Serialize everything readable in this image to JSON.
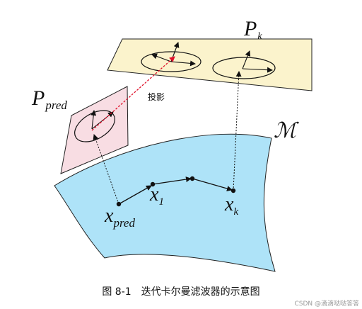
{
  "labels": {
    "pk_main": "P",
    "pk_sub": "k",
    "ppred_main": "P",
    "ppred_sub": "pred",
    "manifold": "ℳ",
    "projection": "投影",
    "x1_main": "x",
    "x1_sub": "1",
    "xk_main": "x",
    "xk_sub": "k",
    "xpred_main": "x",
    "xpred_sub": "pred"
  },
  "caption": {
    "figure_number": "图 8-1",
    "title": "迭代卡尔曼滤波器的示意图"
  },
  "watermark": "CSDN @滴滴哒哒答答",
  "colors": {
    "manifold_fill": "#aee3f8",
    "pk_plane_fill": "#fbf3cc",
    "ppred_plane_fill": "#f8dde3",
    "projection_arrow": "#e0102a",
    "outline": "#111111"
  }
}
